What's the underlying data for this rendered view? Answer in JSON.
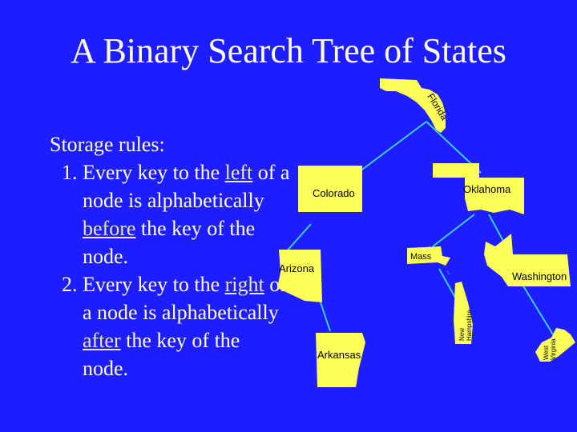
{
  "title": "A Binary Search Tree of States",
  "rules": {
    "heading": "Storage rules:",
    "items": [
      {
        "pre": "Every key to the",
        "link": "left",
        "mid": "of a node is alphabetically",
        "em": "before",
        "post": "the key of the node."
      },
      {
        "pre": "Every key to the",
        "link": "right",
        "mid": "of a node is alphabetically",
        "em": "after",
        "post": "the key of the node."
      }
    ]
  },
  "tree": {
    "root": "Florida",
    "nodes": [
      "Florida",
      "Colorado",
      "Oklahoma",
      "Arizona",
      "Mass",
      "Washington",
      "Arkansas",
      "New Hampshire",
      "West Virginia"
    ],
    "edges": [
      [
        "Florida",
        "Colorado"
      ],
      [
        "Florida",
        "Oklahoma"
      ],
      [
        "Colorado",
        "Arizona"
      ],
      [
        "Arizona",
        "Arkansas"
      ],
      [
        "Oklahoma",
        "Mass"
      ],
      [
        "Oklahoma",
        "Washington"
      ],
      [
        "Mass",
        "New Hampshire"
      ],
      [
        "Washington",
        "West Virginia"
      ]
    ]
  },
  "labels": {
    "florida": "Florida",
    "colorado": "Colorado",
    "oklahoma": "Oklahoma",
    "arizona": "Arizona",
    "mass": "Mass",
    "washington": "Washington",
    "arkansas": "Arkansas",
    "nh_line1": "New",
    "nh_line2": "Hampshire",
    "wv_line1": "West",
    "wv_line2": "Virginia"
  },
  "colors": {
    "background": "#1d1dff",
    "state_fill": "#ffff5a",
    "edge": "#3ad0d8",
    "text": "#ffffff",
    "highlight": "#e8e8b0"
  }
}
